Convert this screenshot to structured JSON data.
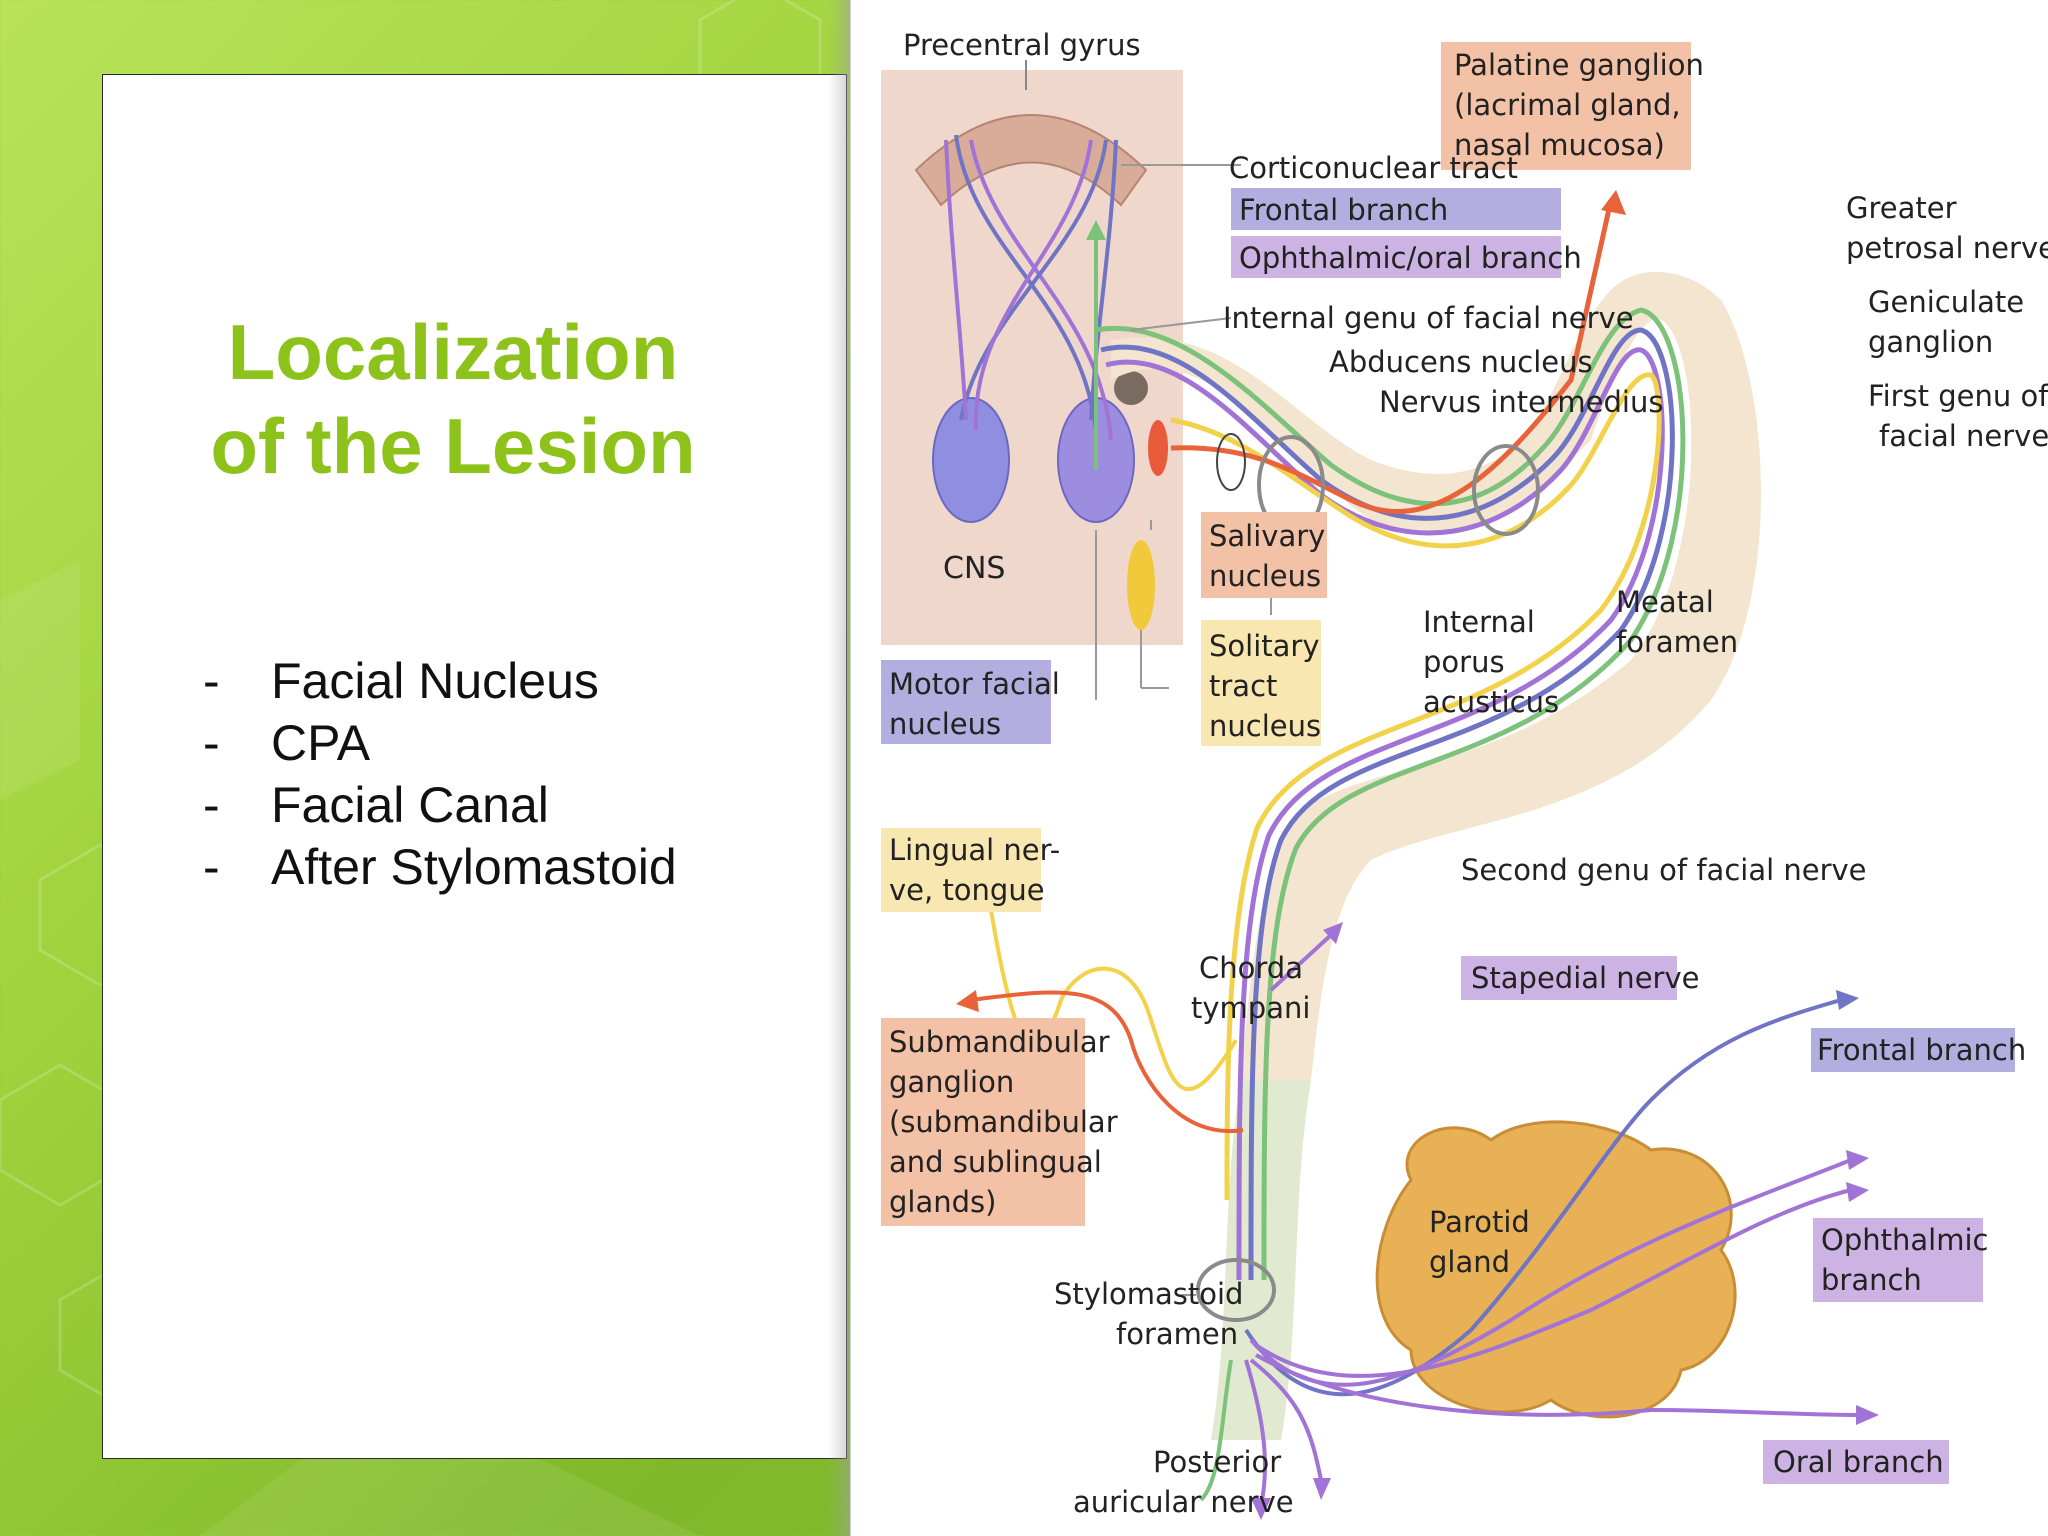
{
  "slide": {
    "title_line1": "Localization",
    "title_line2": "of the Lesion",
    "bullets": [
      {
        "marker": "-",
        "text": "Facial Nucleus"
      },
      {
        "marker": "-",
        "text": "CPA"
      },
      {
        "marker": "-",
        "text": "Facial Canal"
      },
      {
        "marker": "-",
        "text": "After Stylomastoid"
      }
    ],
    "title_color": "#8cc21a"
  },
  "diagram": {
    "labels": {
      "precentral_gyrus": "Precentral gyrus",
      "palatine_ganglion": [
        "Palatine ganglion",
        "(lacrimal gland,",
        "nasal mucosa)"
      ],
      "corticonuclear_tract": "Corticonuclear tract",
      "frontal_branch_top": "Frontal branch",
      "ophthalmic_oral_branch": "Ophthalmic/oral branch",
      "greater_petrosal": [
        "Greater",
        "petrosal nerve"
      ],
      "geniculate_ganglion": [
        "Geniculate",
        "ganglion"
      ],
      "first_genu": [
        "First genu of",
        "facial nerve"
      ],
      "internal_genu": "Internal genu of facial nerve",
      "abducens_nucleus": "Abducens nucleus",
      "nervus_intermedius": "Nervus intermedius",
      "cns": "CNS",
      "salivary_nucleus": [
        "Salivary",
        "nucleus"
      ],
      "solitary_tract": [
        "Solitary",
        "tract",
        "nucleus"
      ],
      "motor_facial_nucleus": [
        "Motor facial",
        "nucleus"
      ],
      "internal_porus": [
        "Internal",
        "porus",
        "acusticus"
      ],
      "meatal_foramen": [
        "Meatal",
        "foramen"
      ],
      "lingual_nerve": [
        "Lingual ner-",
        "ve, tongue"
      ],
      "second_genu": "Second genu of facial nerve",
      "chorda_tympani": [
        "Chorda",
        "tympani"
      ],
      "stapedial_nerve": "Stapedial nerve",
      "submandibular": [
        "Submandibular",
        "ganglion",
        "(submandibular",
        "and sublingual",
        "glands)"
      ],
      "frontal_branch_right": "Frontal branch",
      "parotid_gland": [
        "Parotid",
        "gland"
      ],
      "ophthalmic_branch": [
        "Ophthalmic",
        "branch"
      ],
      "stylomastoid_foramen": [
        "Stylomastoid",
        "foramen"
      ],
      "posterior_auricular": [
        "Posterior",
        "auricular nerve"
      ],
      "oral_branch": "Oral branch"
    },
    "colors": {
      "purple_box": "#b3aee0",
      "lilac_box": "#cdb3e3",
      "salmon_box": "#f3c1a6",
      "yellow_box": "#f8e7b0",
      "canal_fill": "#f7dcc0",
      "canal_green": "#dde8c8",
      "nerve_blue": "#6f74c4",
      "nerve_purple": "#a173d6",
      "nerve_green": "#7cc27a",
      "nerve_yellow": "#f1d24a",
      "nerve_red": "#e8623a",
      "parotid": "#e8b155"
    }
  }
}
